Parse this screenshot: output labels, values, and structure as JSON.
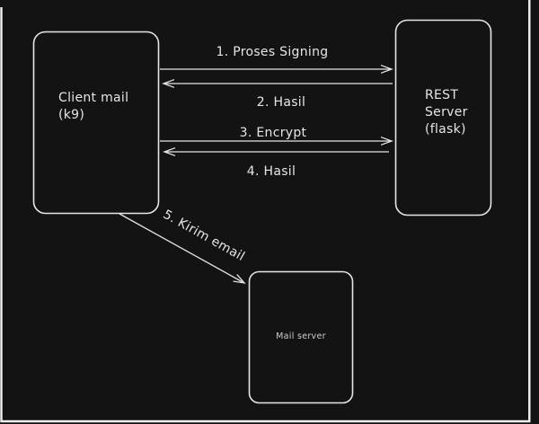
{
  "colors": {
    "background": "#131313",
    "stroke": "#e6e6e6",
    "text": "#e6e6e6",
    "frame": "#f2f2f2"
  },
  "diagram": {
    "type": "sequence-flow",
    "nodes": {
      "client": {
        "line1": "Client mail",
        "line2": "(k9)"
      },
      "rest": {
        "line1": "REST",
        "line2": "Server",
        "line3": "(flask)"
      },
      "mail": {
        "label": "Mail server"
      }
    },
    "edges": {
      "e1": {
        "label": "1. Proses Signing",
        "from": "client",
        "to": "rest"
      },
      "e2": {
        "label": "2. Hasil",
        "from": "rest",
        "to": "client"
      },
      "e3": {
        "label": "3. Encrypt",
        "from": "client",
        "to": "rest"
      },
      "e4": {
        "label": "4. Hasil",
        "from": "rest",
        "to": "client"
      },
      "e5": {
        "label": "5. Kirim email",
        "from": "client",
        "to": "mail"
      }
    }
  }
}
